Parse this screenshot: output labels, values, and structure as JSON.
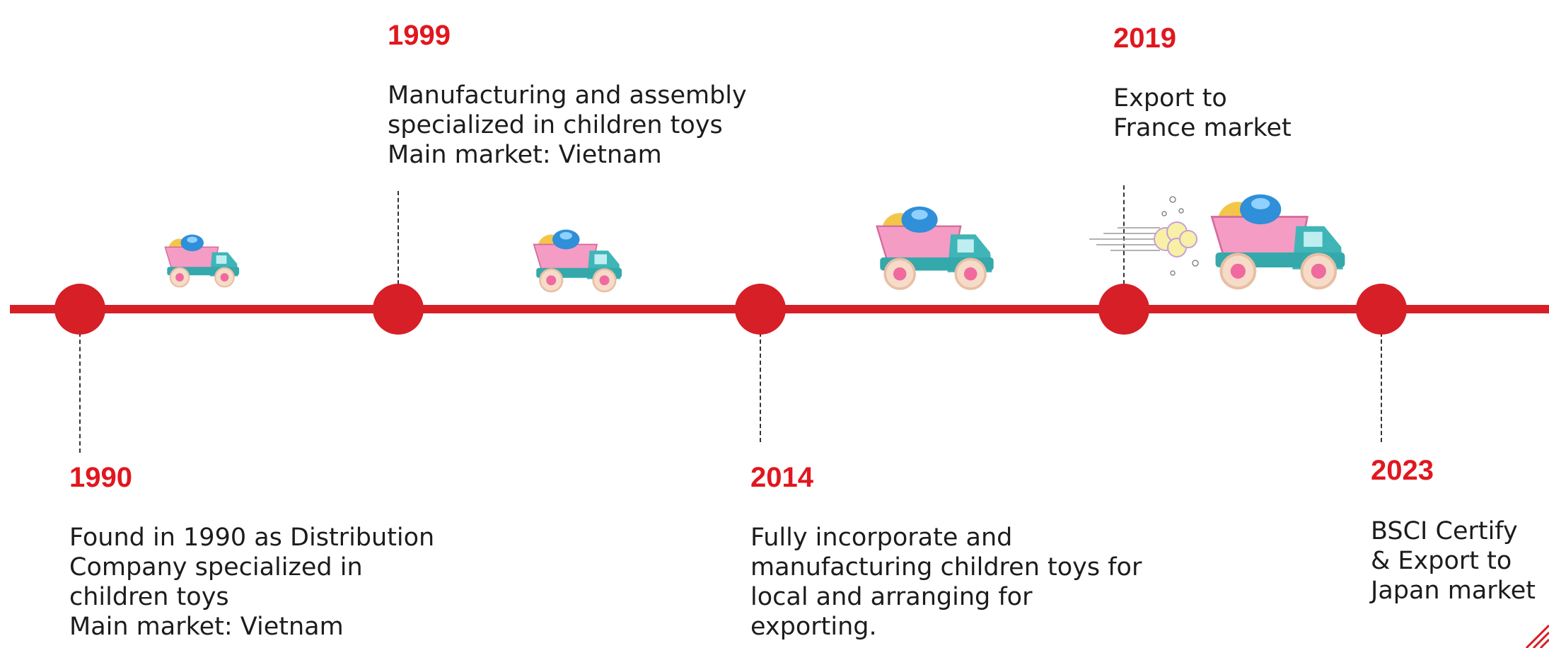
{
  "accent_color": "#d61f26",
  "year_color": "#e0171f",
  "milestones": [
    {
      "year": "1990",
      "lines": [
        "Found in 1990 as Distribution",
        "Company specialized in",
        "children toys",
        "Main market: Vietnam"
      ]
    },
    {
      "year": "1999",
      "lines": [
        "Manufacturing and assembly",
        "specialized in children toys",
        "Main market: Vietnam"
      ]
    },
    {
      "year": "2014",
      "lines": [
        "Fully incorporate and",
        "manufacturing children toys for",
        "local and arranging for",
        "exporting."
      ]
    },
    {
      "year": "2019",
      "lines": [
        "Export to",
        "France market"
      ]
    },
    {
      "year": "2023",
      "lines": [
        "BSCI Certify",
        "& Export to",
        "Japan market"
      ]
    }
  ],
  "illustrations": [
    "toy-dump-truck-icon",
    "speed-dust-cloud-icon",
    "corner-stripes-icon"
  ]
}
